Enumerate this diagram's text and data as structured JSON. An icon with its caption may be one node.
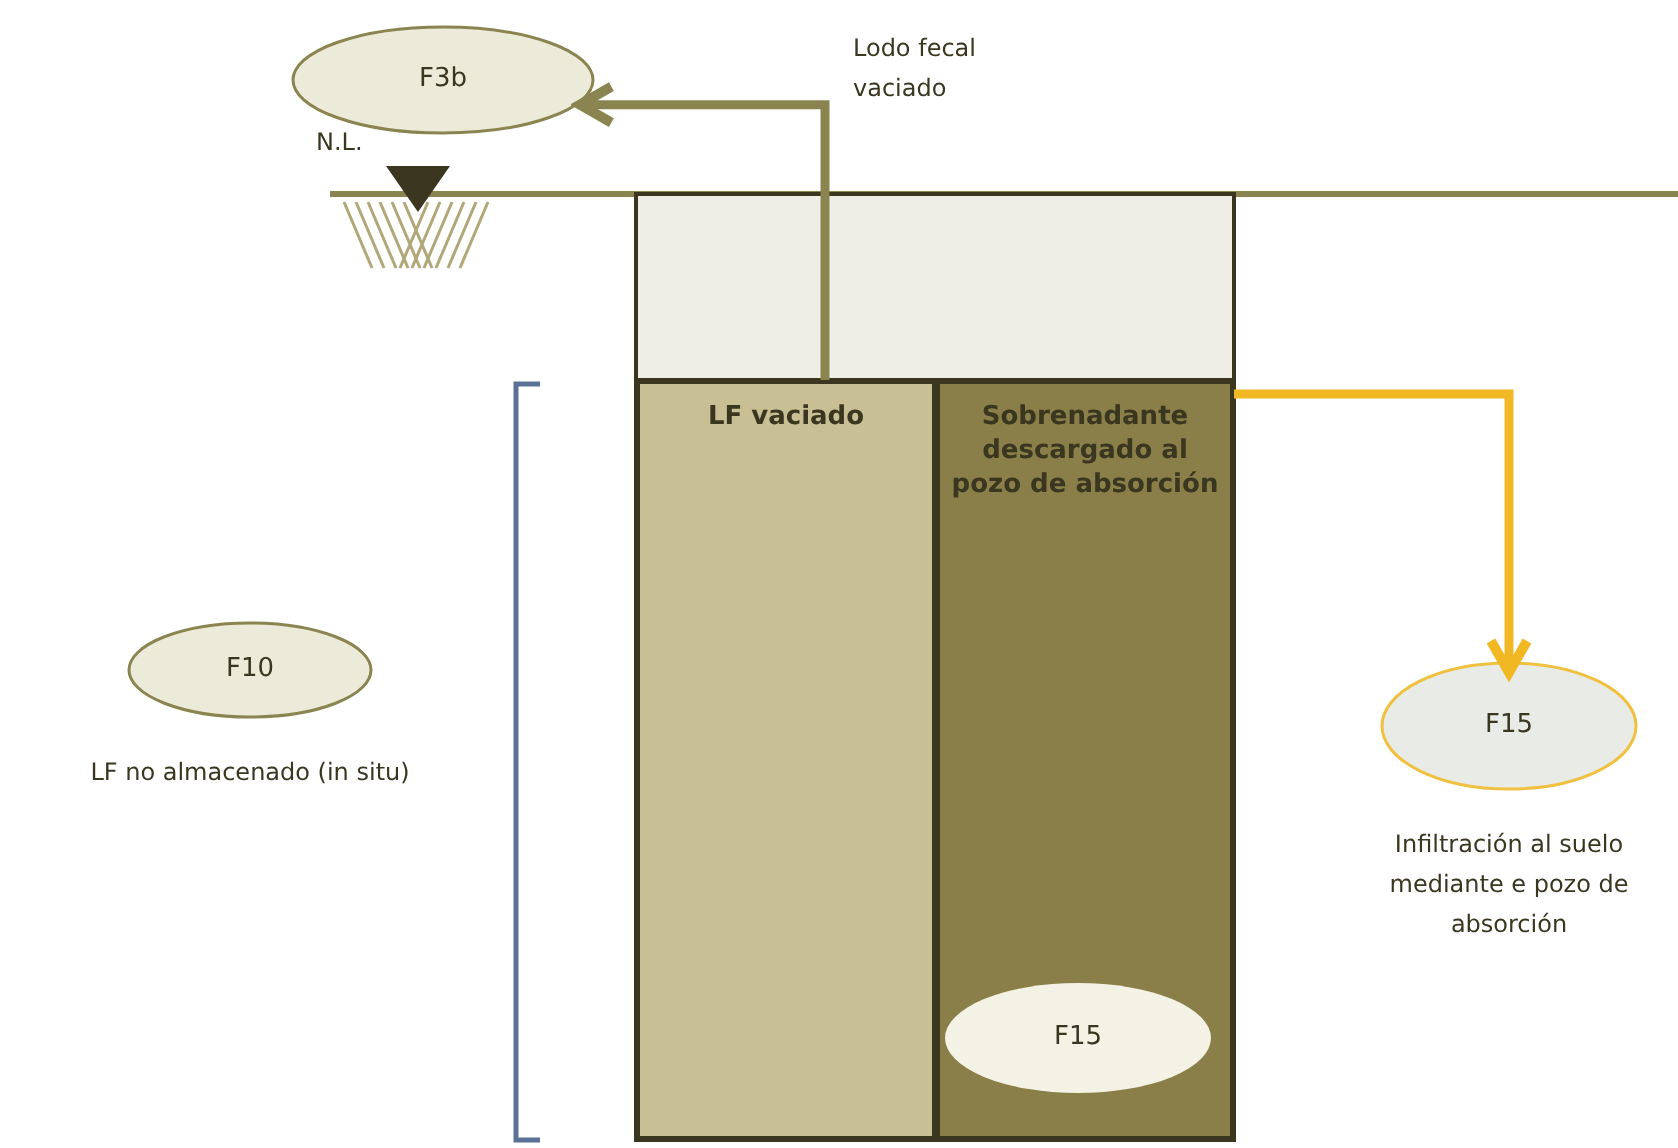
{
  "diagram": {
    "nodes": [
      {
        "text": [
          "F3b"
        ]
      },
      {
        "text": [
          "LF vaciado"
        ]
      },
      {
        "text": [
          "Sobrenadante descargado al pozo de absorción"
        ]
      },
      {
        "text": [
          "F15"
        ],
        "in": 2
      },
      {
        "text": [
          "F10"
        ],
        "beside": [
          "LF no almacenado (in situ)"
        ]
      },
      {
        "text": [
          "F15"
        ],
        "beside": [
          "Infiltración al suelo mediante e pozo de absorción"
        ]
      }
    ],
    "edges": [
      {
        "from": 1,
        "to": 0,
        "arrow": "to",
        "label": "Lodo fecal vaciado"
      },
      {
        "from": 2,
        "to": 5,
        "arrow": "to",
        "color": "#f2b824"
      }
    ],
    "labels": [
      "N.L."
    ]
  }
}
